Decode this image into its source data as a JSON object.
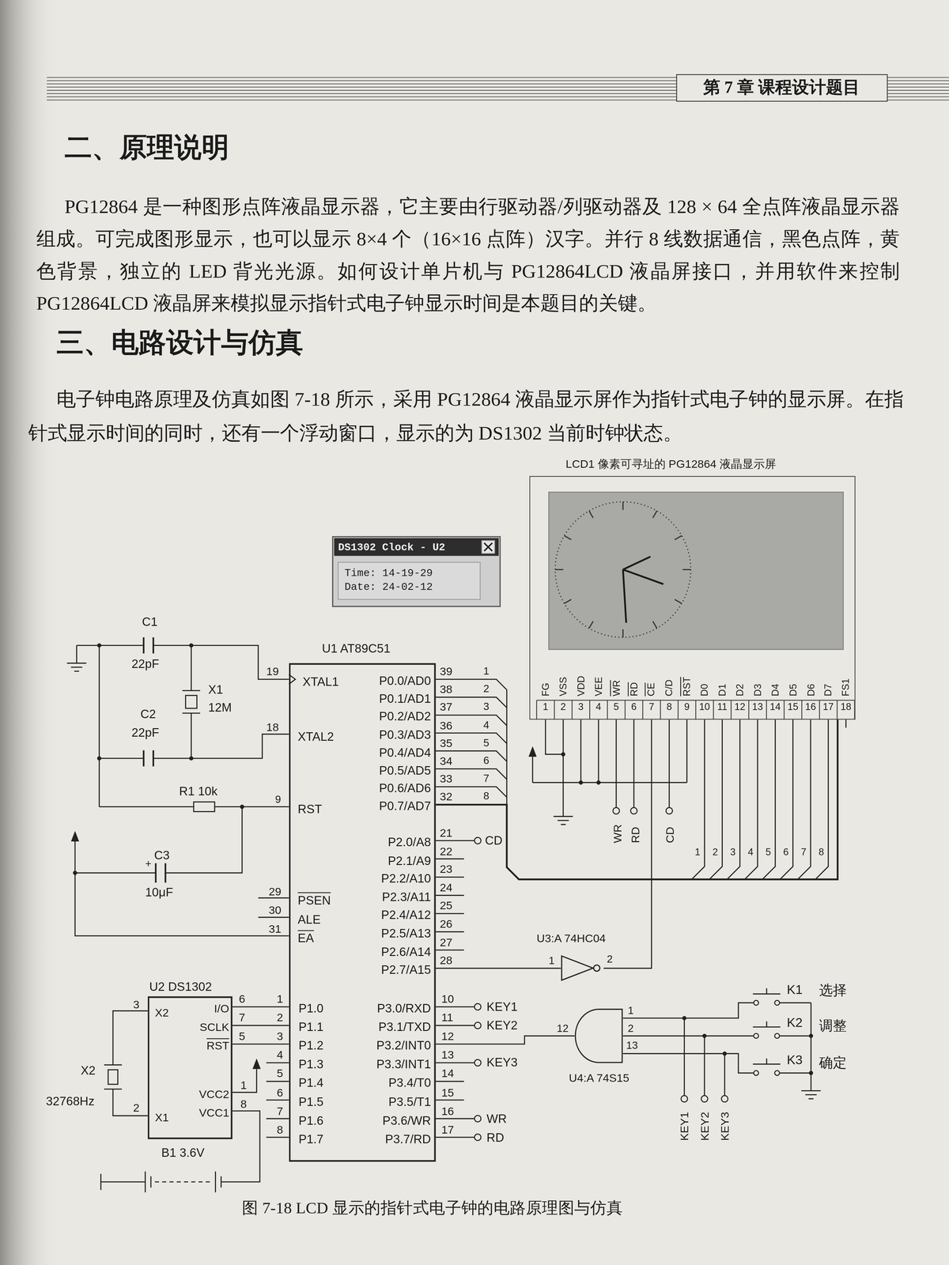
{
  "diagram": {
    "caption": "图 7-18 LCD 显示的指针式电子钟的电路原理图与仿真",
    "nodes": [
      {
        "text": [
          "第 7 章 课程设计题目"
        ]
      },
      {
        "text": [
          "DS1302 Clock - U2",
          "Time: 14-19-29",
          "Date: 24-02-12"
        ]
      },
      {
        "text": [
          "LCD1 像素可寻址的 PG12864 液晶显示屏",
          "FG",
          "VSS",
          "VDD",
          "VEE",
          "WR",
          "RD",
          "CE",
          "C/D",
          "RST",
          "D0",
          "D1",
          "D2",
          "D3",
          "D4",
          "D5",
          "D6",
          "D7",
          "FS1"
        ]
      },
      {
        "text": [
          "U1 AT89C51",
          "XTAL1",
          "XTAL2",
          "RST",
          "PSEN",
          "ALE",
          "EA",
          "P1.0",
          "P1.1",
          "P1.2",
          "P1.3",
          "P1.4",
          "P1.5",
          "P1.6",
          "P1.7",
          "P0.0/AD0",
          "P0.1/AD1",
          "P0.2/AD2",
          "P0.3/AD3",
          "P0.4/AD4",
          "P0.5/AD5",
          "P0.6/AD6",
          "P0.7/AD7",
          "P2.0/A8",
          "P2.1/A9",
          "P2.2/A10",
          "P2.3/A11",
          "P2.4/A12",
          "P2.5/A13",
          "P2.6/A14",
          "P2.7/A15",
          "P3.0/RXD",
          "P3.1/TXD",
          "P3.2/INT0",
          "P3.3/INT1",
          "P3.4/T0",
          "P3.5/T1",
          "P3.6/WR",
          "P3.7/RD"
        ]
      },
      {
        "text": [
          "U3:A 74HC04"
        ]
      },
      {
        "text": [
          "U4:A 74S15"
        ]
      },
      {
        "text": [
          "U2 DS1302",
          "X2",
          "I/O",
          "SCLK",
          "RST",
          "VCC2",
          "X1",
          "VCC1"
        ]
      }
    ],
    "edges": [
      {
        "from": 3,
        "to": 4,
        "arrow": "none"
      },
      {
        "from": 4,
        "to": 2,
        "arrow": "none"
      },
      {
        "from": 3,
        "to": 2,
        "arrow": "none"
      },
      {
        "from": 6,
        "to": 3,
        "arrow": "none"
      },
      {
        "from": 6,
        "to": 3,
        "arrow": "none"
      },
      {
        "from": 6,
        "to": 3,
        "arrow": "none"
      },
      {
        "from": 5,
        "to": 3,
        "arrow": "none"
      }
    ],
    "labels": [
      "二、原理说明",
      "PG12864 是一种图形点阵液晶显示器，它主要由行驱动器/列驱动器及 128 × 64 全点阵液晶显示器组成。可完成图形显示，也可以显示 8×4 个（16×16 点阵）汉字。并行 8 线数据通信，黑色点阵，黄色背景，独立的 LED 背光光源。如何设计单片机与 PG12864LCD 液晶屏接口，并用软件来控制 PG12864LCD 液晶屏来模拟显示指针式电子钟显示时间是本题目的关键。",
      "三、电路设计与仿真",
      "电子钟电路原理及仿真如图 7-18 所示，采用 PG12864 液晶显示屏作为指针式电子钟的显示屏。在指针式显示时间的同时，还有一个浮动窗口，显示的为 DS1302 当前时钟状态。",
      "C1",
      "22pF",
      "X1",
      "12M",
      "C2",
      "22pF",
      "R1 10k",
      "+",
      "C3",
      "10μF",
      "19",
      "18",
      "9",
      "29",
      "30",
      "31",
      "1",
      "2",
      "3",
      "4",
      "5",
      "6",
      "7",
      "8",
      "39",
      "38",
      "37",
      "36",
      "35",
      "34",
      "33",
      "32",
      "1",
      "2",
      "3",
      "4",
      "5",
      "6",
      "7",
      "8",
      "21",
      "22",
      "23",
      "24",
      "25",
      "26",
      "27",
      "28",
      "10",
      "11",
      "12",
      "13",
      "14",
      "15",
      "16",
      "17",
      "CD",
      "KEY1",
      "KEY2",
      "KEY3",
      "WR",
      "RD",
      "1",
      "2",
      "12",
      "1",
      "2",
      "13",
      "K1",
      "选择",
      "K2",
      "调整",
      "K3",
      "确定",
      "KEY1",
      "KEY2",
      "KEY3",
      "1",
      "2",
      "3",
      "4",
      "5",
      "6",
      "7",
      "8",
      "9",
      "10",
      "11",
      "12",
      "13",
      "14",
      "15",
      "16",
      "17",
      "18",
      "WR",
      "RD",
      "CD",
      "1",
      "2",
      "3",
      "4",
      "5",
      "6",
      "7",
      "8",
      "3",
      "2",
      "6",
      "7",
      "5",
      "1",
      "8",
      "X2",
      "32768Hz",
      "B1 3.6V"
    ]
  }
}
